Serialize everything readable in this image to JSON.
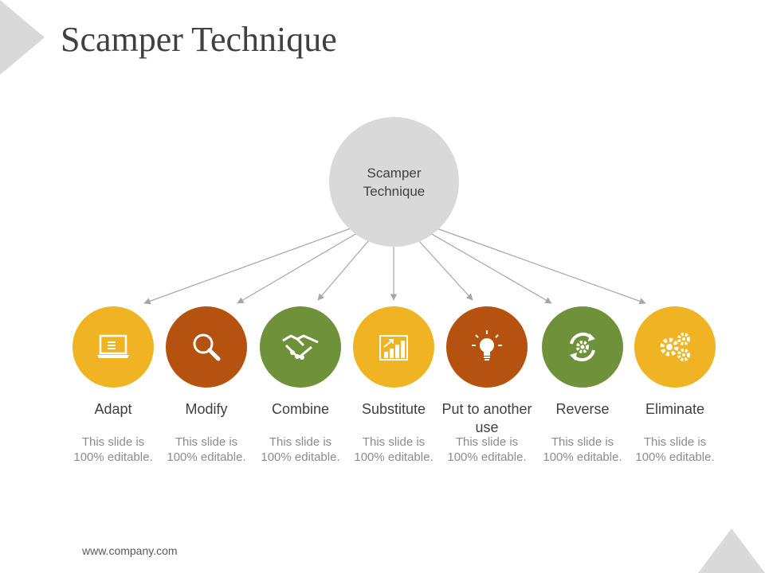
{
  "slide": {
    "title": "Scamper Technique",
    "center_label": "Scamper Technique",
    "footer": "www.company.com"
  },
  "colors": {
    "yellow": "#f0b323",
    "rust": "#b5520f",
    "green": "#6f9139",
    "gray": "#d9d9d9",
    "connector": "#a6a6a6"
  },
  "items": [
    {
      "label": "Adapt",
      "desc": "This slide is 100% editable.",
      "color": "#f0b323",
      "icon": "laptop-icon"
    },
    {
      "label": "Modify",
      "desc": "This slide is 100% editable.",
      "color": "#b5520f",
      "icon": "magnifier-icon"
    },
    {
      "label": "Combine",
      "desc": "This slide is 100% editable.",
      "color": "#6f9139",
      "icon": "handshake-icon"
    },
    {
      "label": "Substitute",
      "desc": "This slide is 100% editable.",
      "color": "#f0b323",
      "icon": "bar-chart-icon"
    },
    {
      "label": "Put to another use",
      "desc": "This slide is 100% editable.",
      "color": "#b5520f",
      "icon": "lightbulb-icon"
    },
    {
      "label": "Reverse",
      "desc": "This slide is 100% editable.",
      "color": "#6f9139",
      "icon": "cycle-gear-icon"
    },
    {
      "label": "Eliminate",
      "desc": "This slide is 100% editable.",
      "color": "#f0b323",
      "icon": "gears-icon"
    }
  ]
}
